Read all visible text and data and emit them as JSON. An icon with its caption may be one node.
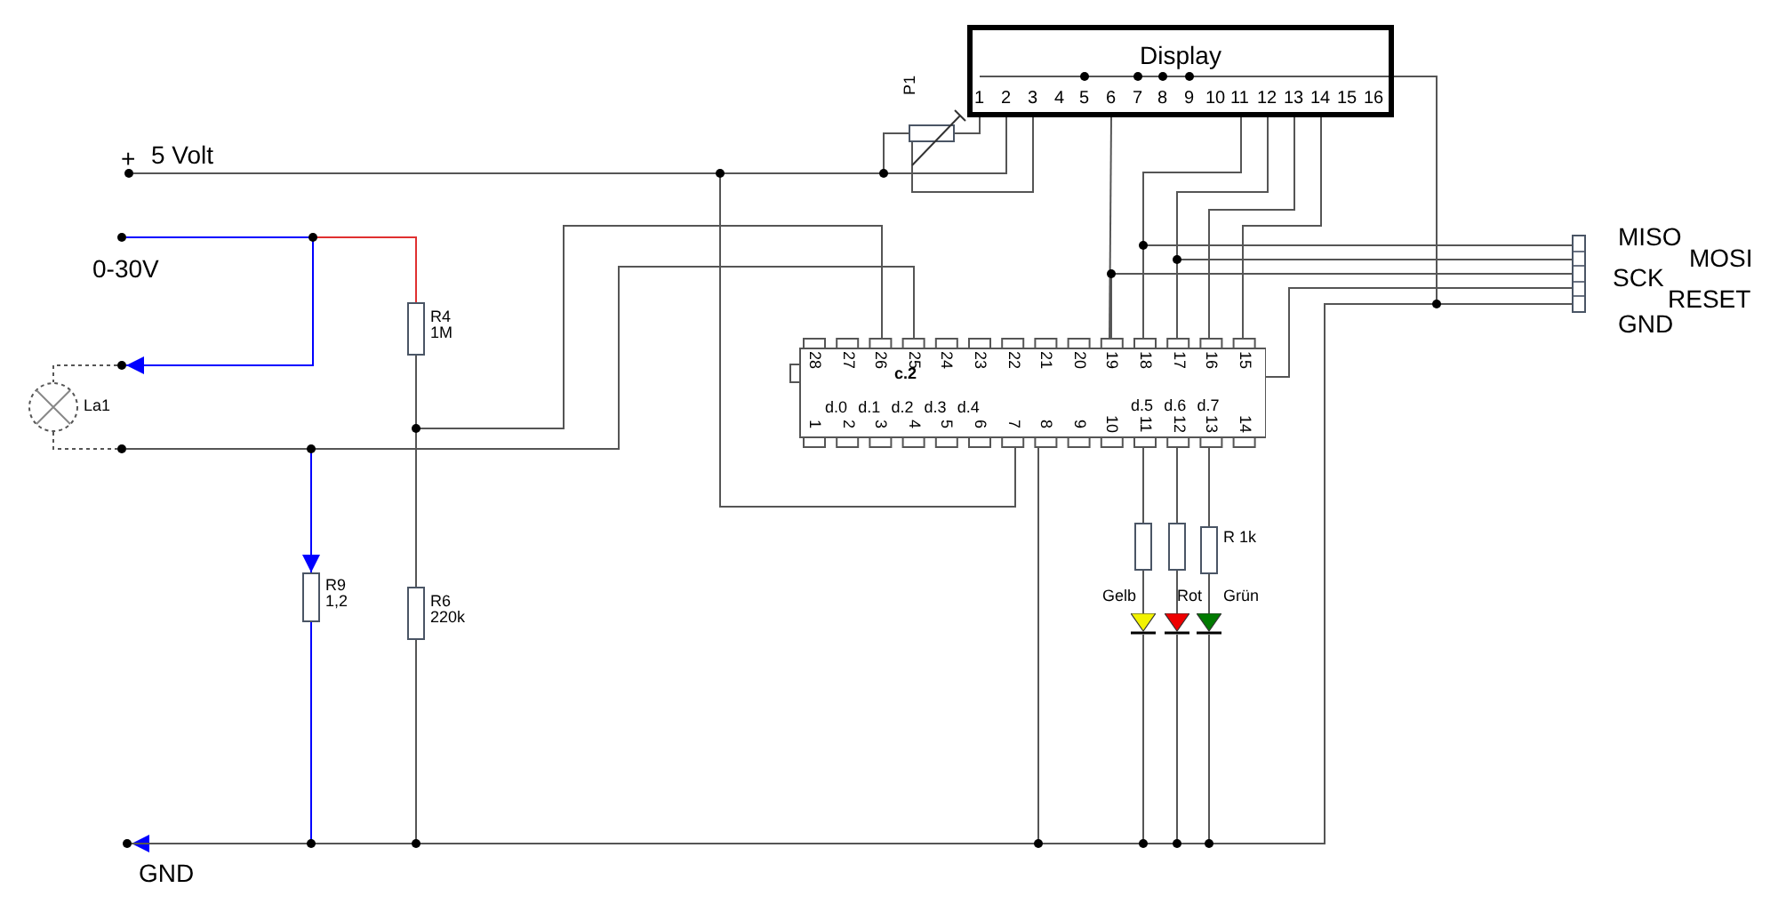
{
  "diagram": {
    "nodes": [
      {
        "text": [
          "Display"
        ]
      },
      {
        "text": [],
        "shape": "box",
        "beside": [
          "P1"
        ]
      },
      {
        "text": [],
        "shape": "box"
      },
      {
        "text": [],
        "shape": "box",
        "beside": [
          "R4 1M"
        ]
      },
      {
        "text": [],
        "shape": "box",
        "beside": [
          "R6 220k"
        ]
      },
      {
        "text": [],
        "shape": "box",
        "beside": [
          "R9 1,2"
        ]
      },
      {
        "text": [],
        "shape": "circle",
        "beside": [
          "La1"
        ]
      },
      {
        "text": [],
        "shape": "box"
      },
      {
        "text": [],
        "shape": "box"
      },
      {
        "text": [],
        "shape": "box",
        "beside": [
          "R 1k"
        ]
      },
      {
        "text": [],
        "shape": "triangle",
        "beside": [
          "Gelb"
        ]
      },
      {
        "text": [],
        "shape": "triangle",
        "beside": [
          "Rot"
        ]
      },
      {
        "text": [],
        "shape": "triangle",
        "beside": [
          "Grün"
        ]
      },
      {
        "text": [],
        "shape": "box"
      },
      {
        "text": [],
        "shape": "circle",
        "beside": [
          "+",
          "5 Volt"
        ]
      },
      {
        "text": [],
        "shape": "circle",
        "beside": [
          "0-30V"
        ]
      },
      {
        "text": [],
        "shape": "circle"
      },
      {
        "text": [],
        "shape": "circle"
      },
      {
        "text": [],
        "shape": "circle",
        "beside": [
          "GND"
        ]
      }
    ],
    "edges": [
      {
        "from": 14,
        "to": 1,
        "arrow": "none"
      },
      {
        "from": 14,
        "to": 0,
        "arrow": "none"
      },
      {
        "from": 14,
        "to": 2,
        "arrow": "none"
      },
      {
        "from": 1,
        "to": 0,
        "arrow": "none"
      },
      {
        "from": 1,
        "to": 0,
        "arrow": "none"
      },
      {
        "from": 0,
        "to": 2,
        "arrow": "none"
      },
      {
        "from": 0,
        "to": 2,
        "arrow": "none"
      },
      {
        "from": 0,
        "to": 2,
        "arrow": "none"
      },
      {
        "from": 0,
        "to": 2,
        "arrow": "none"
      },
      {
        "from": 0,
        "to": 2,
        "arrow": "none"
      },
      {
        "from": 0,
        "to": 13,
        "arrow": "none"
      },
      {
        "from": 13,
        "to": 2,
        "arrow": "none"
      },
      {
        "from": 13,
        "to": 2,
        "arrow": "none"
      },
      {
        "from": 13,
        "to": 2,
        "arrow": "none"
      },
      {
        "from": 13,
        "to": 2,
        "arrow": "none"
      },
      {
        "from": 13,
        "to": 18,
        "arrow": "none"
      },
      {
        "from": 15,
        "to": 3,
        "arrow": "none",
        "color": "#e03030"
      },
      {
        "from": 15,
        "to": 16,
        "arrow": "to",
        "color": "#0000ff"
      },
      {
        "from": 16,
        "to": 6,
        "arrow": "none",
        "style": "dashed"
      },
      {
        "from": 6,
        "to": 17,
        "arrow": "none",
        "style": "dashed"
      },
      {
        "from": 17,
        "to": 5,
        "arrow": "to",
        "color": "#0000ff"
      },
      {
        "from": 17,
        "to": 2,
        "arrow": "none"
      },
      {
        "from": 3,
        "to": 4,
        "arrow": "none"
      },
      {
        "from": 3,
        "to": 2,
        "arrow": "none"
      },
      {
        "from": 5,
        "to": 18,
        "arrow": "to",
        "color": "#0000ff"
      },
      {
        "from": 4,
        "to": 18,
        "arrow": "none"
      },
      {
        "from": 2,
        "to": 18,
        "arrow": "none"
      },
      {
        "from": 2,
        "to": 7,
        "arrow": "none"
      },
      {
        "from": 2,
        "to": 8,
        "arrow": "none"
      },
      {
        "from": 2,
        "to": 9,
        "arrow": "none"
      },
      {
        "from": 7,
        "to": 10,
        "arrow": "none"
      },
      {
        "from": 8,
        "to": 11,
        "arrow": "none"
      },
      {
        "from": 9,
        "to": 12,
        "arrow": "none"
      },
      {
        "from": 10,
        "to": 18,
        "arrow": "none"
      },
      {
        "from": 11,
        "to": 18,
        "arrow": "none"
      },
      {
        "from": 12,
        "to": 18,
        "arrow": "none"
      }
    ],
    "labels": [
      "1",
      "2",
      "3",
      "4",
      "5",
      "6",
      "7",
      "8",
      "9",
      "10",
      "11",
      "12",
      "13",
      "14",
      "15",
      "16",
      "28",
      "27",
      "26",
      "25",
      "24",
      "23",
      "22",
      "21",
      "20",
      "19",
      "18",
      "17",
      "16",
      "15",
      "c.2",
      "d.0",
      "d.1",
      "d.2",
      "d.3",
      "d.4",
      "d.5",
      "d.6",
      "d.7",
      "1",
      "2",
      "3",
      "4",
      "5",
      "6",
      "7",
      "8",
      "9",
      "10",
      "11",
      "12",
      "13",
      "14",
      "MISO",
      "MOSI",
      "SCK",
      "RESET",
      "GND"
    ]
  }
}
